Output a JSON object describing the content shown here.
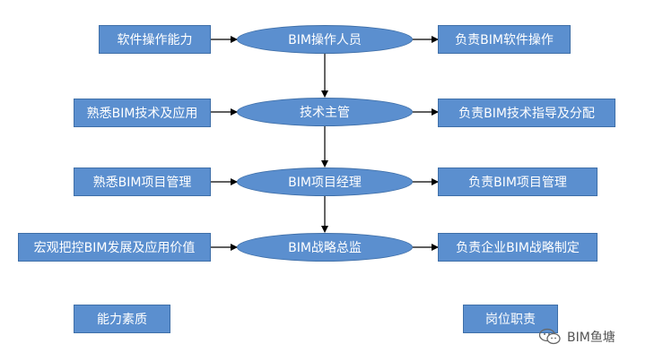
{
  "left_column": [
    {
      "label": "软件操作能力"
    },
    {
      "label": "熟悉BIM技术及应用"
    },
    {
      "label": "熟悉BIM项目管理"
    },
    {
      "label": "宏观把控BIM发展及应用价值"
    }
  ],
  "center_column": [
    {
      "label": "BIM操作人员"
    },
    {
      "label": "技术主管"
    },
    {
      "label": "BIM项目经理"
    },
    {
      "label": "BIM战略总监"
    }
  ],
  "right_column": [
    {
      "label": "负责BIM软件操作"
    },
    {
      "label": "负责BIM技术指导及分配"
    },
    {
      "label": "负责BIM项目管理"
    },
    {
      "label": "负责企业BIM战略制定"
    }
  ],
  "footer": {
    "left_label": "能力素质",
    "right_label": "岗位职责"
  },
  "watermark": {
    "text": "BIM鱼塘",
    "icon": "wechat-icon"
  },
  "colors": {
    "shape_fill": "#5b8fcf",
    "shape_border": "#3f6fa8",
    "arrow": "#000000"
  }
}
